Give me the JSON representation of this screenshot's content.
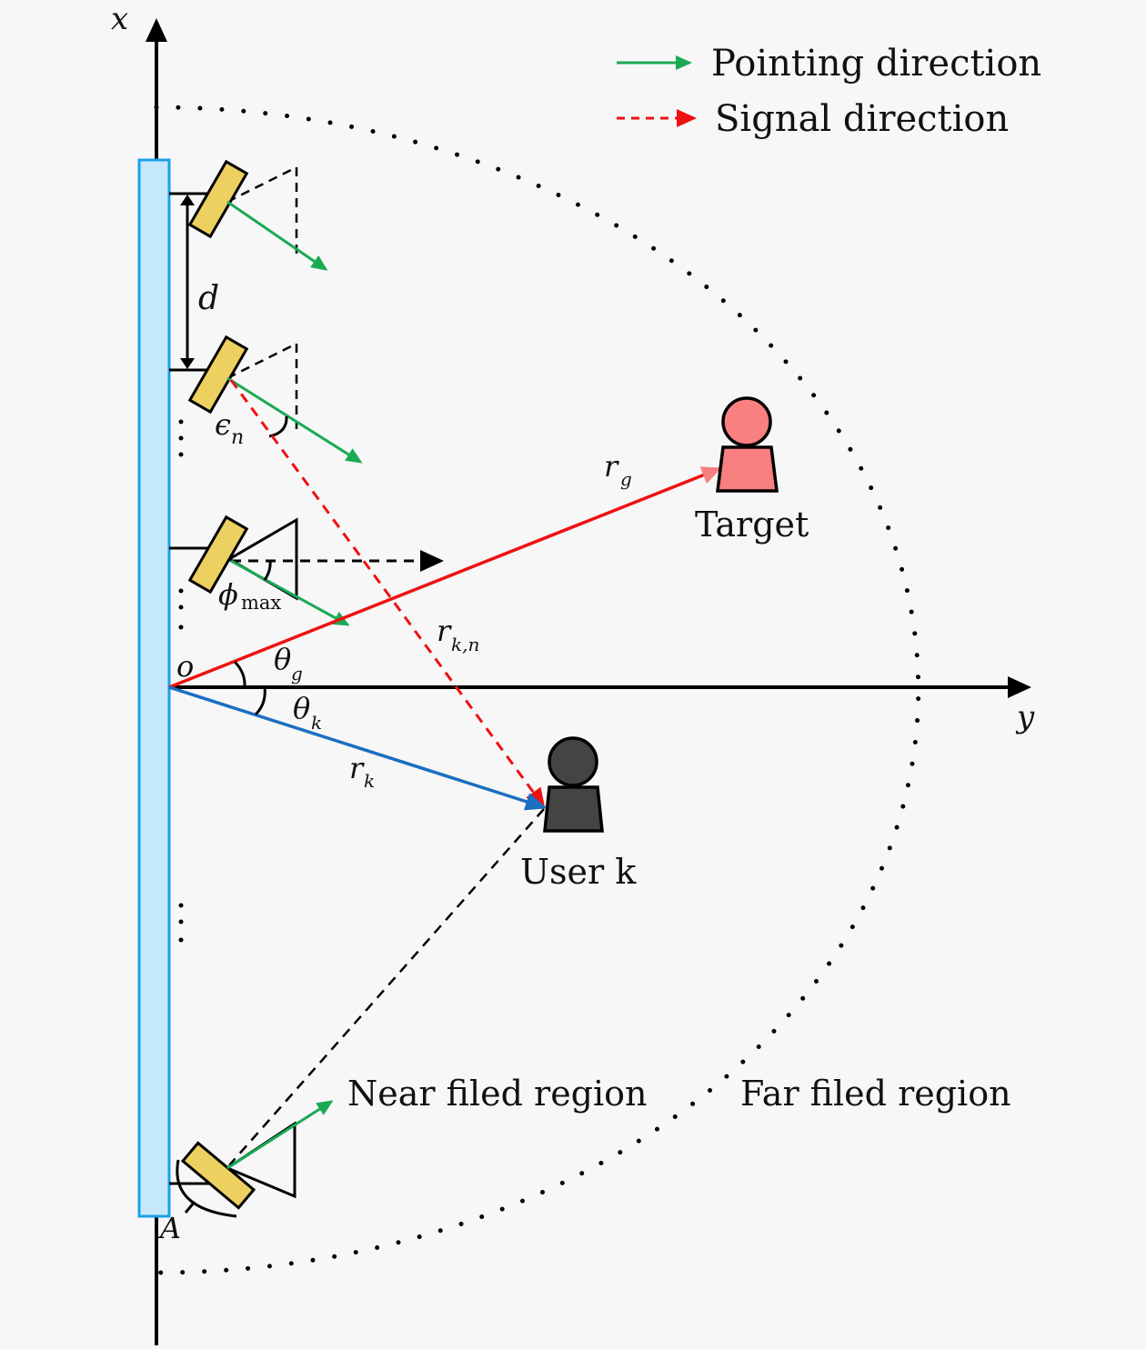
{
  "legend": {
    "pointing": {
      "label": "Pointing direction",
      "color": "#1aaa55"
    },
    "signal": {
      "label": "Signal direction",
      "color": "#ee1111"
    }
  },
  "axes": {
    "x_label": "x",
    "y_label": "y",
    "origin_label": "o"
  },
  "labels": {
    "spacing": "d",
    "epsilon": "ϵ",
    "epsilon_sub": "n",
    "phi": "ϕ",
    "phi_sub": "max",
    "theta_g": "θ",
    "theta_g_sub": "g",
    "theta_k": "θ",
    "theta_k_sub": "k",
    "r_g": "r",
    "r_g_sub": "g",
    "r_k": "r",
    "r_k_sub": "k",
    "r_kn": "r",
    "r_kn_sub": "k,n",
    "rotation": "A"
  },
  "entities": {
    "target": {
      "label": "Target",
      "color": "#f88080"
    },
    "user": {
      "label": "User k",
      "color": "#444444"
    }
  },
  "regions": {
    "near": "Near filed region",
    "far": "Far filed region"
  },
  "colors": {
    "array_fill": "#c6e8fb",
    "array_stroke": "#1aa0e8",
    "element_fill": "#ecd060",
    "blue_ray": "#1a6fc0",
    "red_ray": "#ee1111",
    "green_ray": "#1aaa55"
  }
}
